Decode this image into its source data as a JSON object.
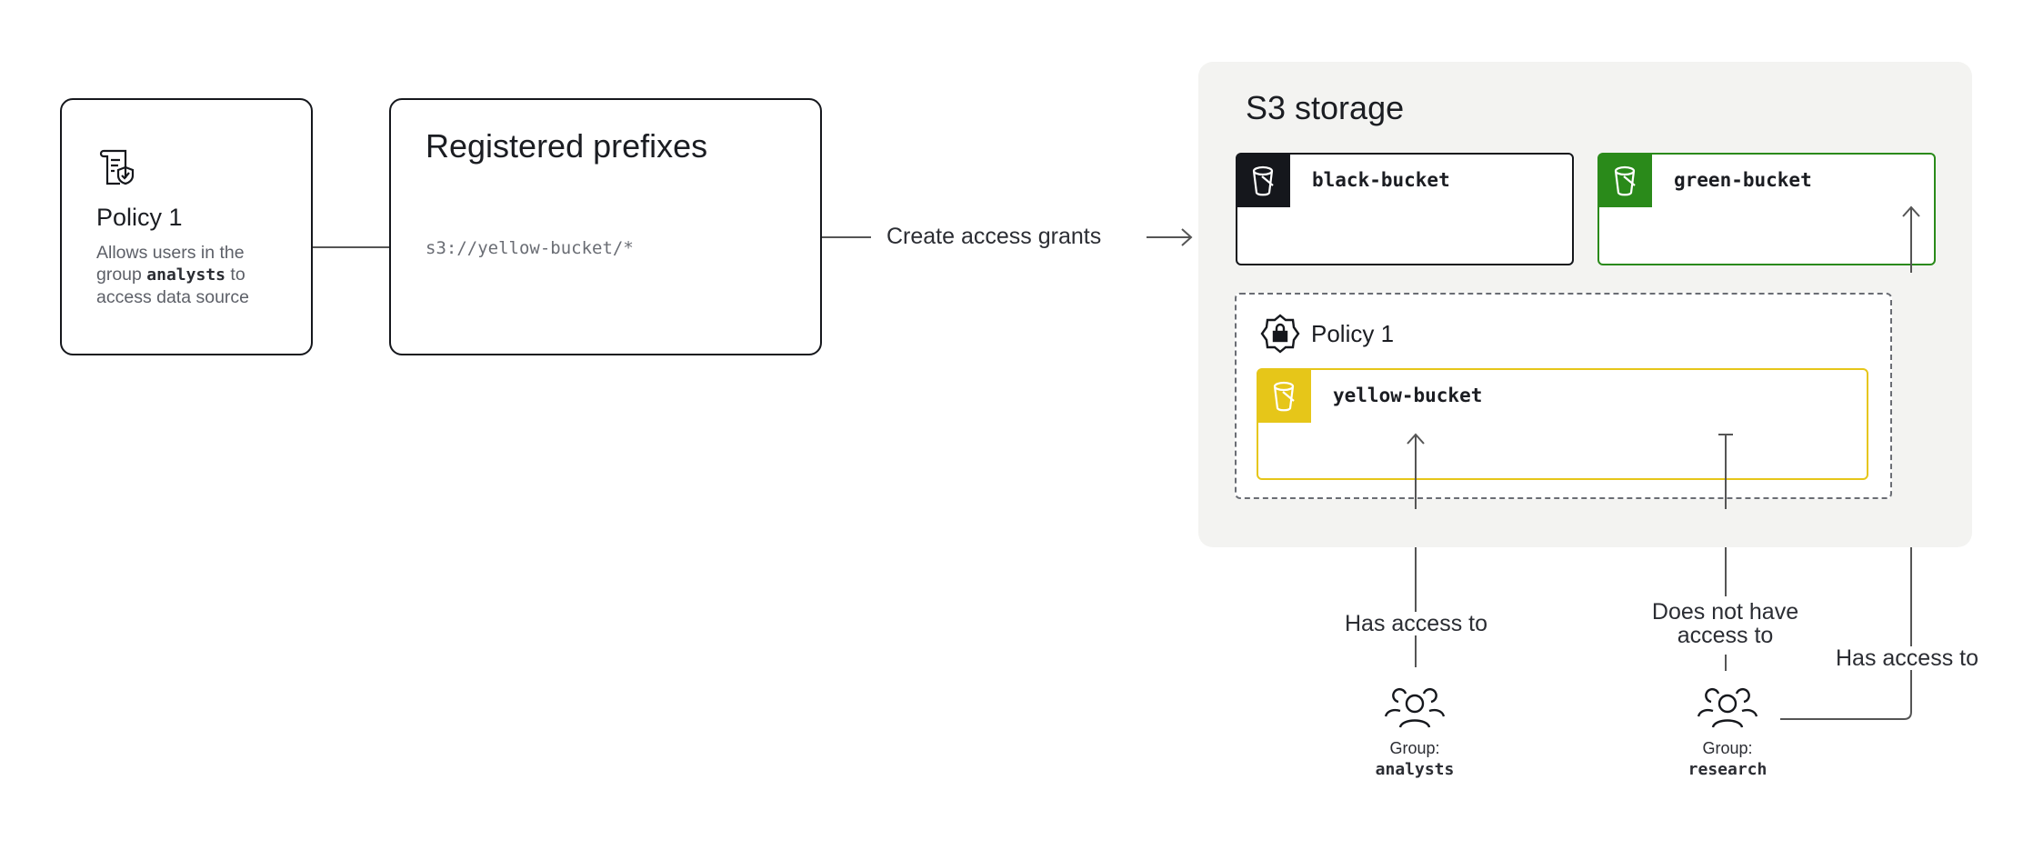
{
  "policy_card": {
    "title": "Policy 1",
    "desc_pre": "Allows users in the group ",
    "desc_code": "analysts",
    "desc_post": " to access data source",
    "icon": "policy-document-shield-icon"
  },
  "prefixes_card": {
    "title": "Registered prefixes",
    "prefix": "s3://yellow-bucket/*"
  },
  "flow_label": "Create access grants",
  "storage": {
    "title": "S3 storage",
    "buckets": [
      {
        "name": "black-bucket",
        "color": "#15171c"
      },
      {
        "name": "green-bucket",
        "color": "#2a8a1a"
      }
    ],
    "policy": {
      "title": "Policy 1",
      "icon": "lock-badge-icon",
      "bucket": {
        "name": "yellow-bucket",
        "color": "#e6c619"
      }
    }
  },
  "edges": {
    "analysts_label": "Has access to",
    "research_denied_label": "Does not have access to",
    "research_green_label": "Has access to"
  },
  "groups": [
    {
      "label": "Group:",
      "name": "analysts"
    },
    {
      "label": "Group:",
      "name": "research"
    }
  ]
}
